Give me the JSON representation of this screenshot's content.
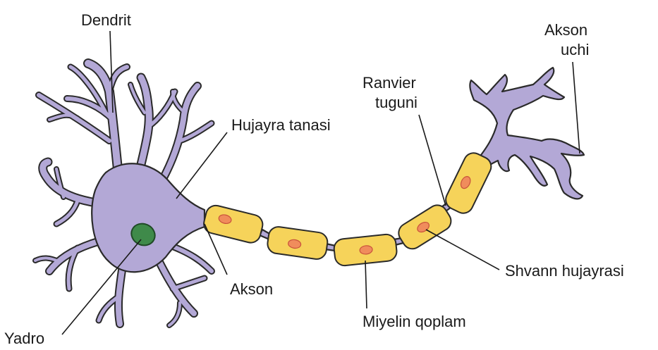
{
  "labels": {
    "dendrite": "Dendrit",
    "axon_terminal_line1": "Akson",
    "axon_terminal_line2": "uchi",
    "node_line1": "Ranvier",
    "node_line2": "tuguni",
    "cell_body": "Hujayra tanasi",
    "axon": "Akson",
    "schwann_cell": "Shvann hujayrasi",
    "myelin": "Miyelin qoplam",
    "nucleus": "Yadro"
  },
  "colors": {
    "neuron_fill": "#b3a8d6",
    "myelin_fill": "#f6d35a",
    "schwann_nucleus": "#f08c5c",
    "cell_nucleus": "#3f8a4a",
    "outline": "#2a2a2a"
  }
}
